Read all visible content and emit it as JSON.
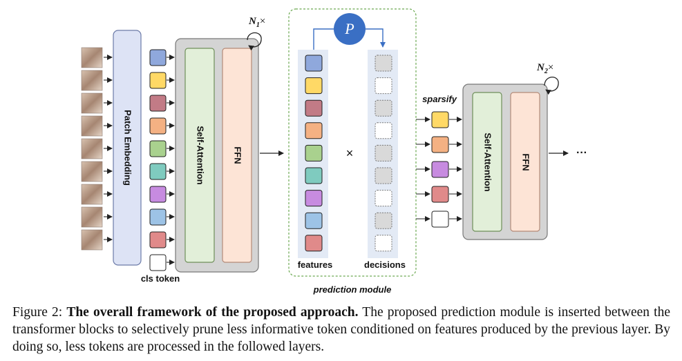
{
  "figure": {
    "patch_embedding_label": "Patch Embedding",
    "cls_token_label": "cls token",
    "self_attention_label": "Self-Attention",
    "ffn_label": "FFN",
    "n1_label": "N",
    "n1_sub": "1",
    "n2_label": "N",
    "n2_sub": "2",
    "times_glyph": "×",
    "p_label": "P",
    "features_label": "features",
    "decisions_label": "decisions",
    "prediction_module_label": "prediction module",
    "sparsify_label": "sparsify",
    "ellipsis": "···",
    "colors": {
      "blue": "#8fa8dc",
      "yellow": "#ffd966",
      "rose": "#c27b86",
      "orange": "#f4b183",
      "green": "#a9d18e",
      "teal": "#7fcbbf",
      "purple": "#c78be0",
      "lightblue": "#9dc3e6",
      "red": "#e08a8a",
      "white": "#ffffff"
    },
    "token_colors": [
      "blue",
      "yellow",
      "rose",
      "orange",
      "green",
      "teal",
      "purple",
      "lightblue",
      "red",
      "white"
    ],
    "feature_colors": [
      "blue",
      "yellow",
      "rose",
      "orange",
      "green",
      "teal",
      "purple",
      "lightblue",
      "red"
    ],
    "decision_states": [
      "gray",
      "white",
      "gray",
      "white",
      "gray",
      "gray",
      "white",
      "gray",
      "white"
    ],
    "sparse_colors": [
      "yellow",
      "orange",
      "purple",
      "red",
      "white"
    ]
  },
  "caption": {
    "prefix": "Figure 2: ",
    "bold": "The overall framework of the proposed approach.",
    "rest": " The proposed prediction module is inserted between the transformer blocks to selectively prune less informative token conditioned on features produced by the previous layer. By doing so, less tokens are processed in the followed layers."
  }
}
